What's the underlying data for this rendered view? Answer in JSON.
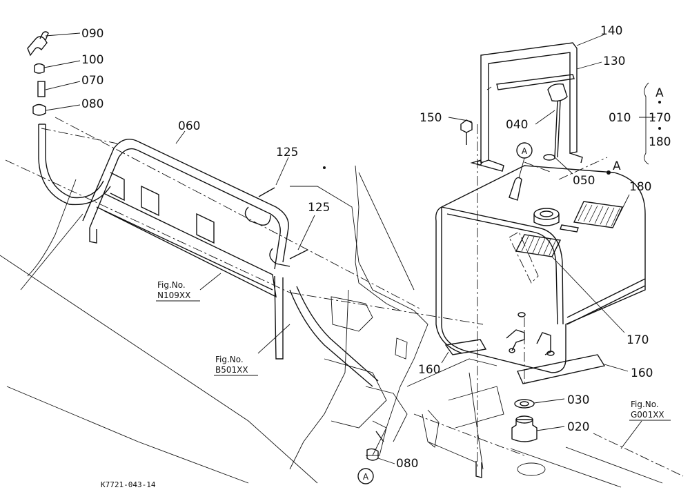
{
  "parts": {
    "p090": "090",
    "p100": "100",
    "p070": "070",
    "p080_top": "080",
    "p060": "060",
    "p125_a": "125",
    "p125_b": "125",
    "p140": "140",
    "p130": "130",
    "p150": "150",
    "p040": "040",
    "p050": "050",
    "p180": "180",
    "p170": "170",
    "p160_left": "160",
    "p160_right": "160",
    "p030": "030",
    "p020": "020",
    "p080_bottom": "080",
    "p010": "010"
  },
  "callouts": {
    "a_top_circle": "A",
    "a_tank": "A",
    "a_bottom_circle": "A"
  },
  "group_box": {
    "top": "A",
    "mid": "170",
    "bottom": "180"
  },
  "fig_refs": {
    "n109_line1": "Fig.No.",
    "n109_line2": "N109XX",
    "b501_line1": "Fig.No.",
    "b501_line2": "B501XX",
    "g001_line1": "Fig.No.",
    "g001_line2": "G001XX"
  },
  "drawing_code": "K7721-043-14"
}
